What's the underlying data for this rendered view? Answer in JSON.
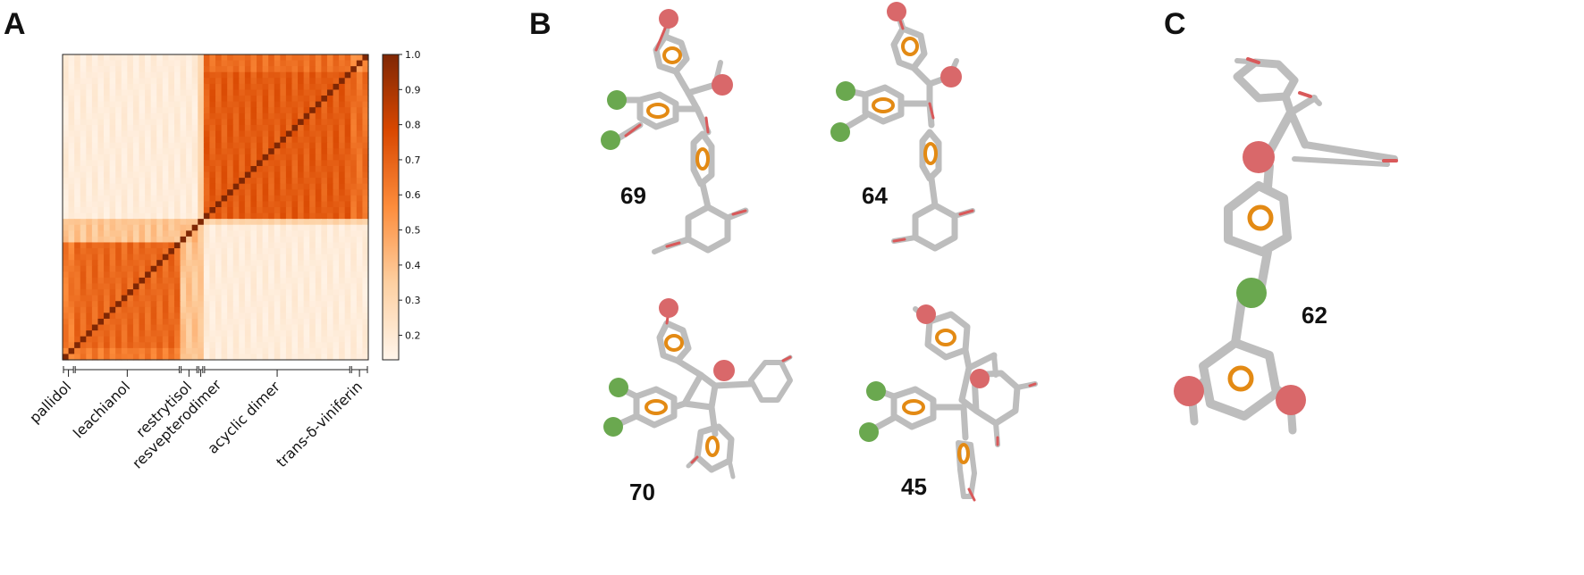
{
  "panels": {
    "a": "A",
    "b": "B",
    "c": "C"
  },
  "colorbar": {
    "ticks": [
      "1.0",
      "0.9",
      "0.8",
      "0.7",
      "0.6",
      "0.5",
      "0.4",
      "0.3",
      "0.2"
    ],
    "min": 0.13,
    "max": 1.0
  },
  "chart_data": {
    "type": "heatmap",
    "title": "",
    "colormap": "Oranges",
    "vmin": 0.13,
    "vmax": 1.0,
    "groups": [
      {
        "label": "pallidol",
        "members": 2,
        "intra": 0.55
      },
      {
        "label": "leachianol",
        "members": 18,
        "intra": 0.68
      },
      {
        "label": "restrytisol",
        "members": 3,
        "intra": 0.42
      },
      {
        "label": "resvepterodimer",
        "members": 1,
        "intra": 1.0
      },
      {
        "label": "acyclic dimer",
        "members": 25,
        "intra": 0.72
      },
      {
        "label": "trans-δ-viniferin",
        "members": 3,
        "intra": 0.55
      }
    ],
    "legend": "colorbar-right"
  },
  "molecules": {
    "m69": "69",
    "m64": "64",
    "m70": "70",
    "m45": "45",
    "m62": "62"
  }
}
